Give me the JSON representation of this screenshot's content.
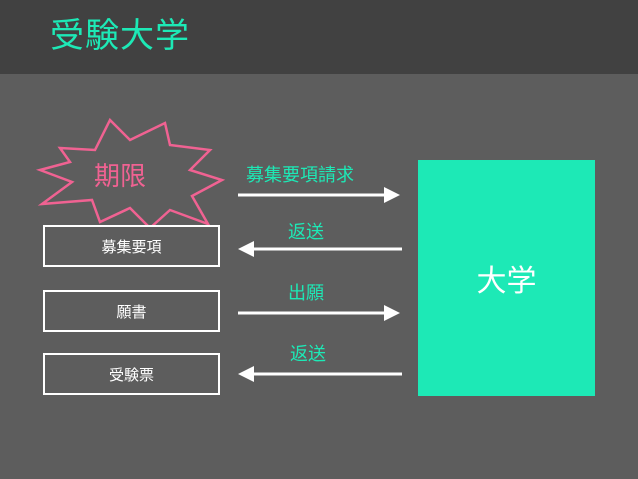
{
  "slide": {
    "title": "受験大学",
    "deadline_label": "期限",
    "university_label": "大学"
  },
  "documents": [
    {
      "label": "募集要項"
    },
    {
      "label": "願書"
    },
    {
      "label": "受験票"
    }
  ],
  "arrows": [
    {
      "label": "募集要項請求",
      "direction": "right"
    },
    {
      "label": "返送",
      "direction": "left"
    },
    {
      "label": "出願",
      "direction": "right"
    },
    {
      "label": "返送",
      "direction": "left"
    }
  ],
  "colors": {
    "accent": "#1de9b6",
    "deadline": "#f06292",
    "background": "#5d5d5d",
    "header": "#414141",
    "line": "#ffffff"
  }
}
